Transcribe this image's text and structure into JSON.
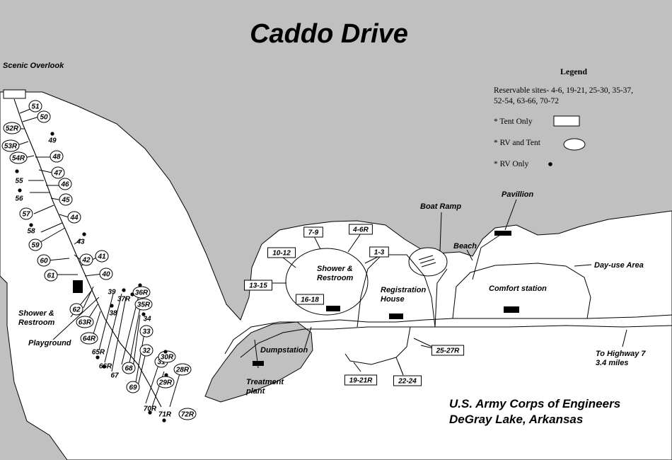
{
  "title": "Caddo Drive",
  "labels": {
    "scenic_overlook": "Scenic Overlook",
    "shower_restroom_left": [
      "Shower &",
      "Restroom"
    ],
    "playground": "Playground",
    "shower_restroom_center": [
      "Shower &",
      "Restroom"
    ],
    "registration_house": [
      "Registration",
      "House"
    ],
    "boat_ramp": "Boat Ramp",
    "beach": "Beach",
    "pavillion": "Pavillion",
    "day_use_area": "Day-use Area",
    "comfort_station": "Comfort station",
    "dumpstation": "Dumpstation",
    "treatment_plant": [
      "Treatment",
      "plant"
    ],
    "to_highway": [
      "To Highway 7",
      "3.4 miles"
    ]
  },
  "legend": {
    "title": "Legend",
    "reservable": [
      "Reservable sites- 4-6, 19-21, 25-30, 35-37,",
      "52-54, 63-66, 70-72"
    ],
    "tent_only": "* Tent Only",
    "rv_and_tent": "* RV and Tent",
    "rv_only": "* RV Only"
  },
  "credit": [
    "U.S. Army Corps of Engineers",
    "DeGray Lake, Arkansas"
  ],
  "colors": {
    "water": "#c0c0c0",
    "land": "#ffffff",
    "lines": "#000000"
  },
  "sites_oval": [
    "51",
    "52R",
    "50",
    "53R",
    "54R",
    "48",
    "47",
    "46",
    "45",
    "57",
    "44",
    "59",
    "42",
    "60",
    "41",
    "61",
    "40",
    "62",
    "63R",
    "64R",
    "36R",
    "35R",
    "33",
    "32",
    "68",
    "69",
    "31",
    "30R",
    "28R",
    "29R",
    "72R"
  ],
  "sites_plain": [
    "49",
    "55",
    "56",
    "58",
    "43",
    "39",
    "37R",
    "38",
    "34",
    "65R",
    "66R",
    "67",
    "70R",
    "71R"
  ],
  "sites_box": [
    "7-9",
    "4-6R",
    "1-3",
    "10-12",
    "13-15",
    "16-18",
    "25-27R",
    "19-21R",
    "22-24"
  ]
}
